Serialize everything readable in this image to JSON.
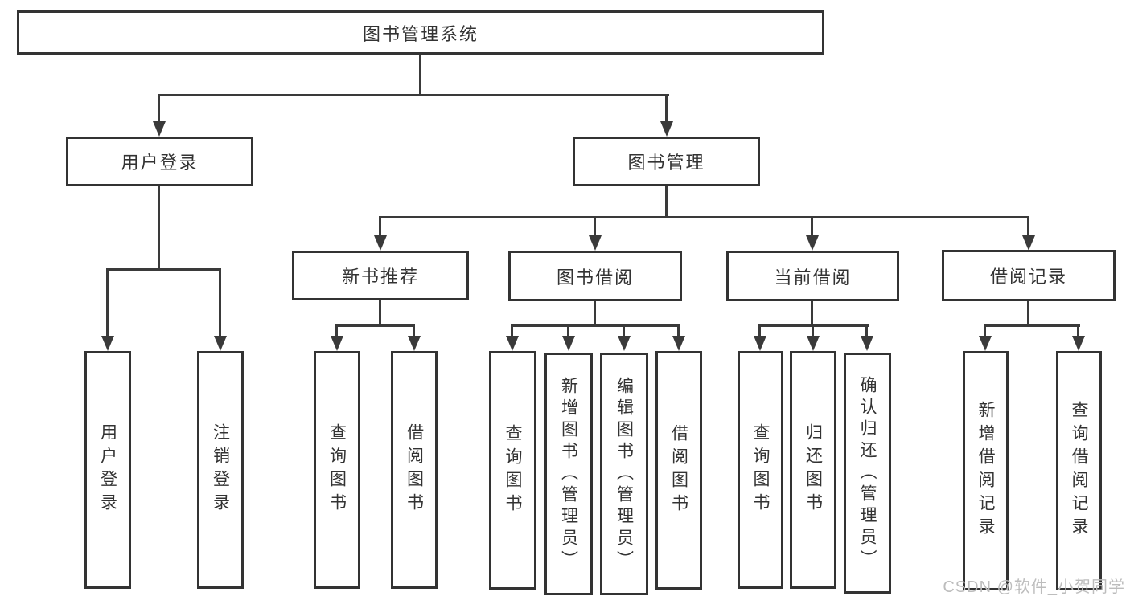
{
  "tree": {
    "root": {
      "label": "图书管理系统"
    },
    "children": [
      {
        "label": "用户登录",
        "children": [
          {
            "label": "用户登录"
          },
          {
            "label": "注销登录"
          }
        ]
      },
      {
        "label": "图书管理",
        "children": [
          {
            "label": "新书推荐",
            "children": [
              {
                "label": "查询图书"
              },
              {
                "label": "借阅图书"
              }
            ]
          },
          {
            "label": "图书借阅",
            "children": [
              {
                "label": "查询图书"
              },
              {
                "label": "新增图书（管理员）"
              },
              {
                "label": "编辑图书（管理员）"
              },
              {
                "label": "借阅图书"
              }
            ]
          },
          {
            "label": "当前借阅",
            "children": [
              {
                "label": "查询图书"
              },
              {
                "label": "归还图书"
              },
              {
                "label": "确认归还（管理员）"
              }
            ]
          },
          {
            "label": "借阅记录",
            "children": [
              {
                "label": "新增借阅记录"
              },
              {
                "label": "查询借阅记录"
              }
            ]
          }
        ]
      }
    ]
  },
  "watermark": "CSDN @软件_小贺同学",
  "colors": {
    "line": "#3a3a3a",
    "box_border": "#333333",
    "text": "#333333",
    "watermark": "#bdbdbd",
    "background": "#ffffff"
  }
}
